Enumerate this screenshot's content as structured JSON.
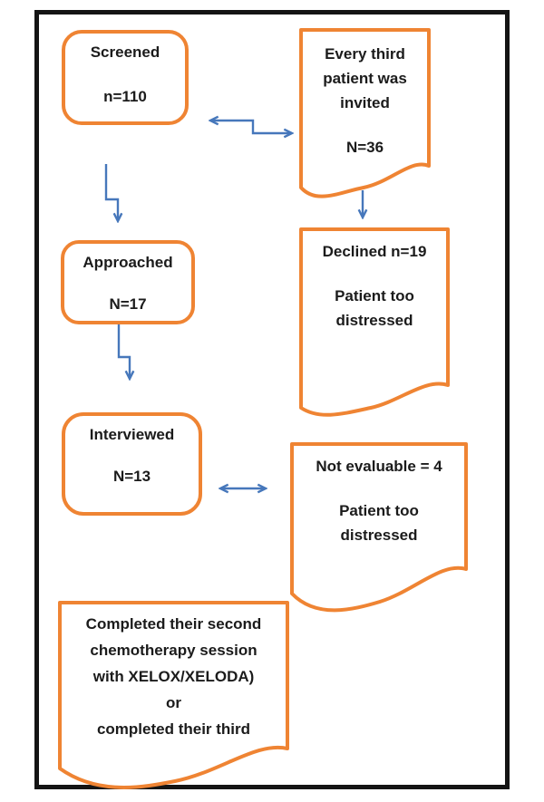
{
  "figure": {
    "type": "recruitment-flow-diagram"
  },
  "palette": {
    "orange": "#EF8433",
    "blue": "#4677BB",
    "text": "#1b1b1b",
    "frame": "#141414"
  },
  "nodes": {
    "screened": {
      "line1": "Screened",
      "line2": "n=110"
    },
    "invited": {
      "line1": "Every third",
      "line2": "patient was",
      "line3": "invited",
      "line4": "N=36"
    },
    "approached": {
      "line1": "Approached",
      "line2": "N=17"
    },
    "declined": {
      "line1": "Declined n=19",
      "line2": "Patient too",
      "line3": "distressed"
    },
    "interviewed": {
      "line1": "Interviewed",
      "line2": "N=13"
    },
    "not_evaluable": {
      "line1": "Not evaluable = 4",
      "line2": "Patient too",
      "line3": "distressed"
    },
    "completed": {
      "line1": "Completed their second",
      "line2": "chemotherapy session",
      "line3": "with XELOX/XELODA)",
      "line4": "or",
      "line5": "completed their third"
    }
  },
  "connectors": [
    {
      "id": "screened-invited",
      "type": "double-arrow"
    },
    {
      "id": "screened-approached",
      "type": "arrow"
    },
    {
      "id": "invited-declined",
      "type": "arrow"
    },
    {
      "id": "approached-interviewed",
      "type": "arrow"
    },
    {
      "id": "interviewed-notevaluable",
      "type": "double-arrow"
    }
  ]
}
